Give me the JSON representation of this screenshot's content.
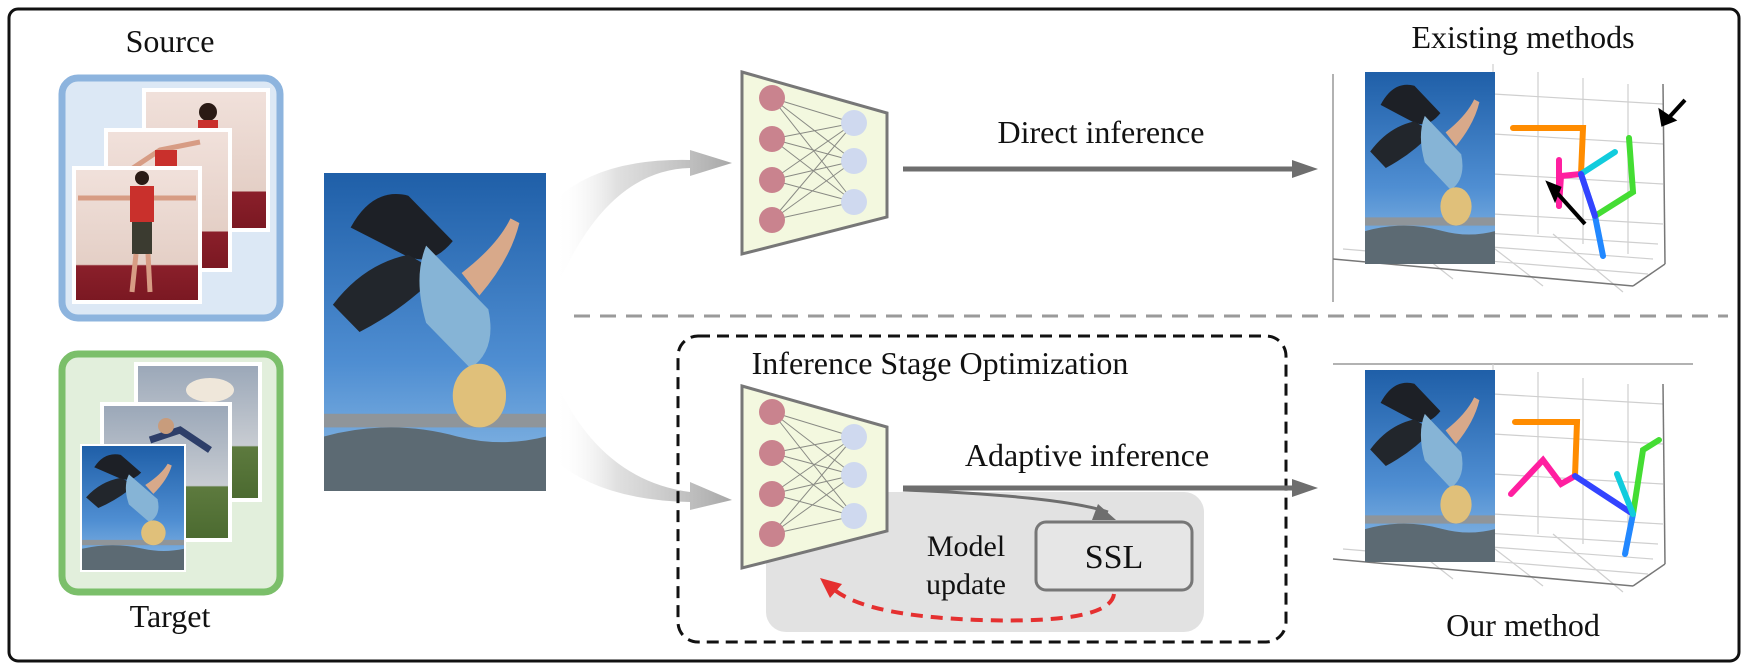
{
  "labels": {
    "source": "Source",
    "target": "Target",
    "existing_methods": "Existing methods",
    "our_method": "Our method",
    "direct_inference": "Direct inference",
    "adaptive_inference": "Adaptive inference",
    "inference_stage_optimization": "Inference Stage Optimization",
    "model_update_line1": "Model",
    "model_update_line2": "update",
    "ssl": "SSL"
  },
  "colors": {
    "source_border": "#8db4de",
    "source_fill": "#dce8f5",
    "target_border": "#7bbf6a",
    "target_fill": "#e2efdc",
    "network_fill": "#f3f8df",
    "network_input_node": "#c9838e",
    "network_output_node": "#cfd9ef",
    "arrow_gray": "#6e6e6e",
    "model_update_arrow": "#e53030",
    "ssl_panel": "#e2e2e2",
    "skeleton_head": "#ff8c00",
    "skeleton_left": "#ff1fa0",
    "skeleton_right": "#44dd33",
    "skeleton_spine": "#2288ff"
  },
  "icons": {
    "source_photos": "photo-stack-icon",
    "target_photos": "photo-stack-icon",
    "input_image": "backflip-photo-icon",
    "network": "neural-network-icon",
    "pose_plot": "3d-skeleton-plot-icon",
    "error_arrows": "arrow-icon"
  }
}
